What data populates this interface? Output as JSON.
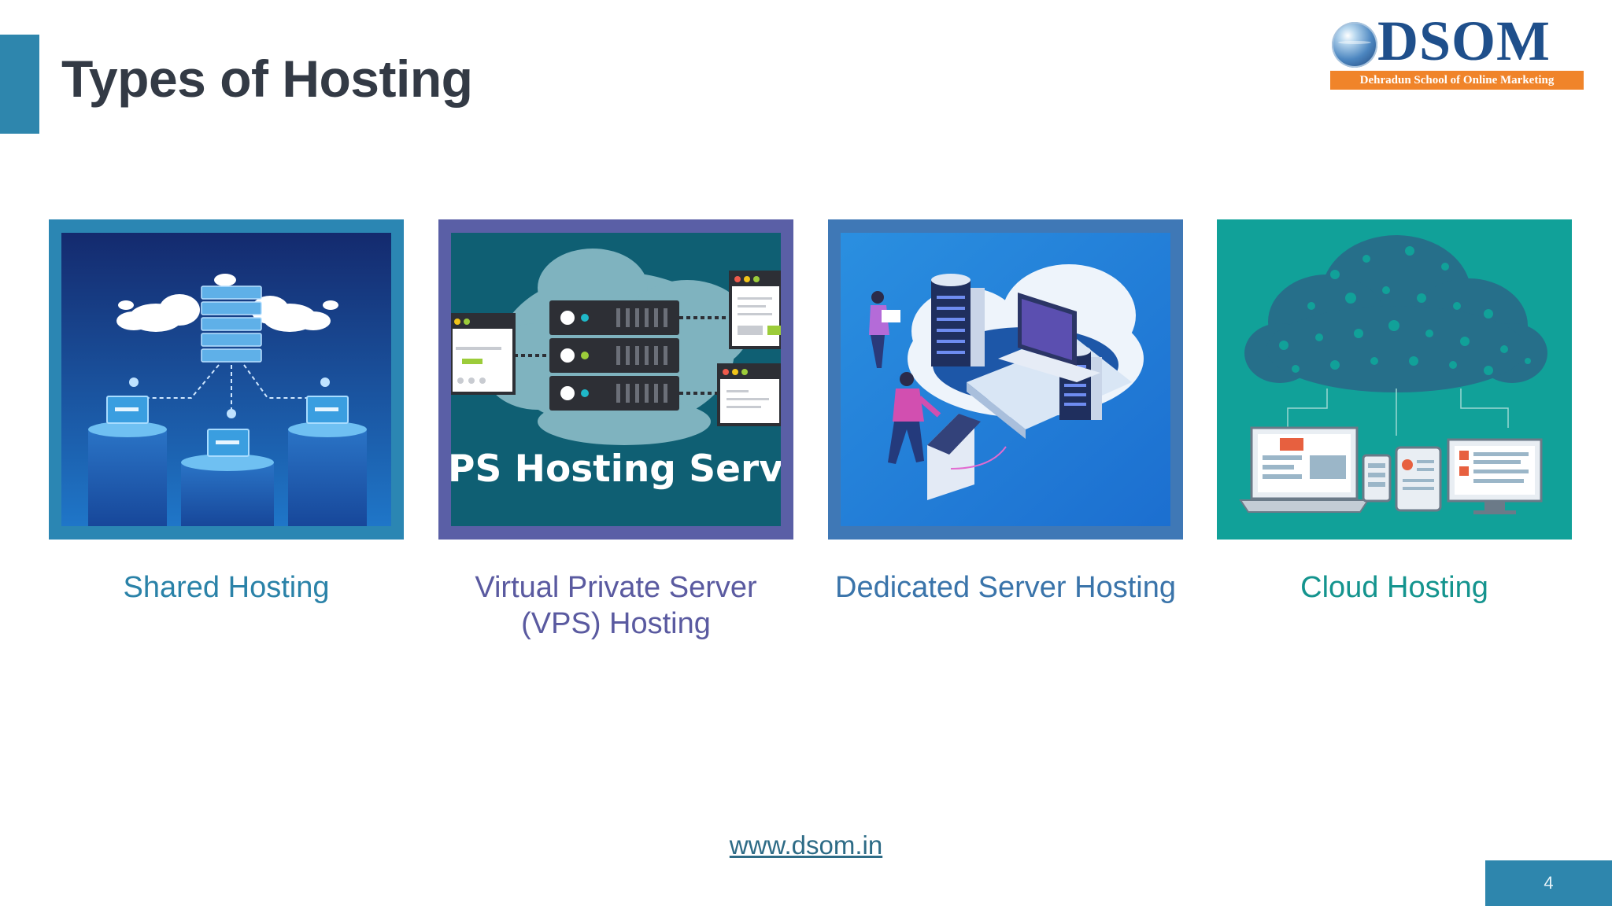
{
  "slide": {
    "title": "Types of Hosting",
    "page_number": "4",
    "footer_link": "www.dsom.in"
  },
  "logo": {
    "name": "DSOM",
    "tagline": "Dehradun School of Online Marketing"
  },
  "cards": [
    {
      "caption": "Shared Hosting",
      "art": "shared-hosting-illustration"
    },
    {
      "caption": "Virtual Private Server (VPS) Hosting",
      "art": "vps-hosting-illustration",
      "art_text": "PS Hosting Servic"
    },
    {
      "caption": "Dedicated Server Hosting",
      "art": "dedicated-server-illustration"
    },
    {
      "caption": "Cloud Hosting",
      "art": "cloud-hosting-illustration"
    }
  ],
  "colors": {
    "accent": "#2e86ad",
    "title": "#333a45",
    "shared": "#2b86b3",
    "vps": "#5a5fa6",
    "dedicated": "#3f78b6",
    "cloud": "#11a199",
    "logo_blue": "#1f4f8b",
    "logo_orange": "#f0842a"
  }
}
